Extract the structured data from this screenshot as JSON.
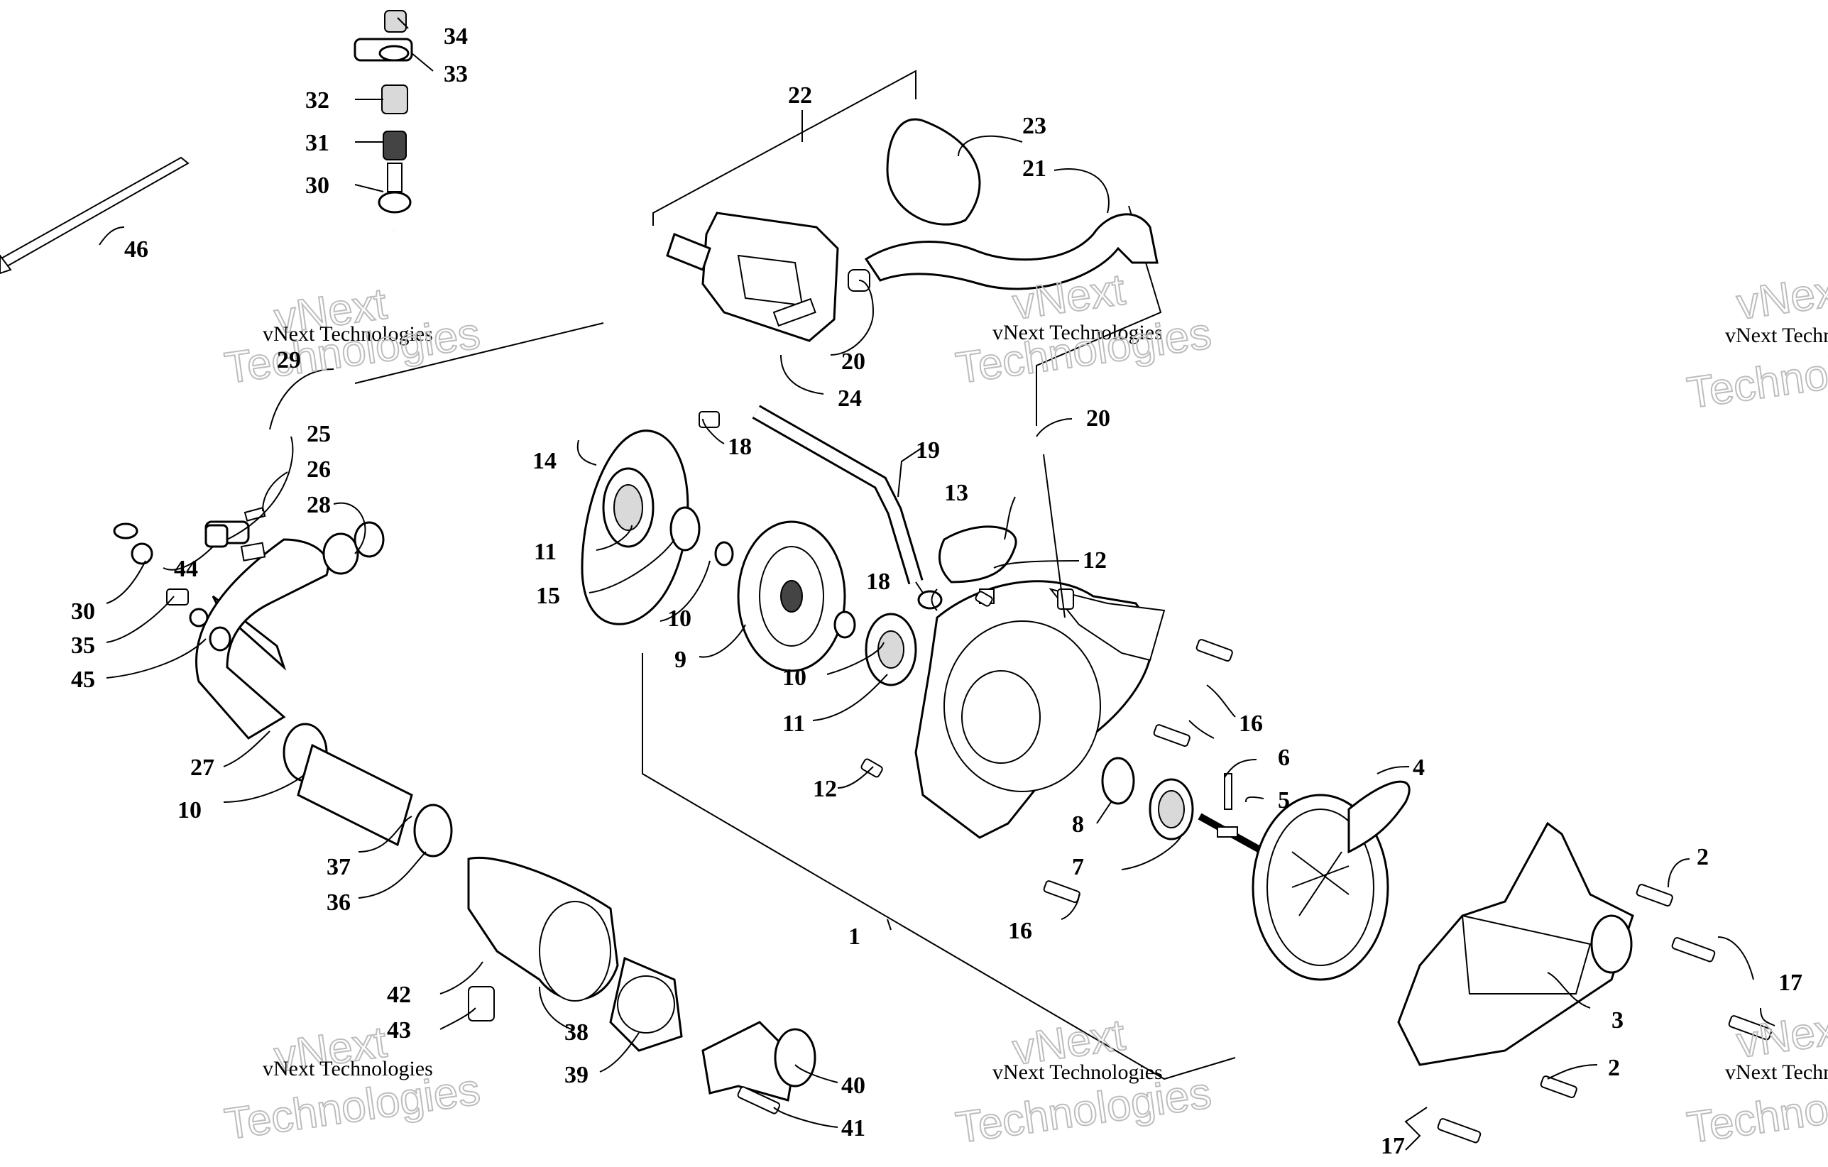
{
  "callouts": [
    {
      "id": "1",
      "label": "1"
    },
    {
      "id": "2a",
      "label": "2"
    },
    {
      "id": "2b",
      "label": "2"
    },
    {
      "id": "3",
      "label": "3"
    },
    {
      "id": "4",
      "label": "4"
    },
    {
      "id": "5",
      "label": "5"
    },
    {
      "id": "6",
      "label": "6"
    },
    {
      "id": "7",
      "label": "7"
    },
    {
      "id": "8",
      "label": "8"
    },
    {
      "id": "9",
      "label": "9"
    },
    {
      "id": "10a",
      "label": "10"
    },
    {
      "id": "10b",
      "label": "10"
    },
    {
      "id": "10c",
      "label": "10"
    },
    {
      "id": "11a",
      "label": "11"
    },
    {
      "id": "11b",
      "label": "11"
    },
    {
      "id": "12a",
      "label": "12"
    },
    {
      "id": "12b",
      "label": "12"
    },
    {
      "id": "13",
      "label": "13"
    },
    {
      "id": "14",
      "label": "14"
    },
    {
      "id": "15",
      "label": "15"
    },
    {
      "id": "16a",
      "label": "16"
    },
    {
      "id": "16b",
      "label": "16"
    },
    {
      "id": "17a",
      "label": "17"
    },
    {
      "id": "17b",
      "label": "17"
    },
    {
      "id": "18a",
      "label": "18"
    },
    {
      "id": "18b",
      "label": "18"
    },
    {
      "id": "19",
      "label": "19"
    },
    {
      "id": "20a",
      "label": "20"
    },
    {
      "id": "20b",
      "label": "20"
    },
    {
      "id": "21",
      "label": "21"
    },
    {
      "id": "22",
      "label": "22"
    },
    {
      "id": "23",
      "label": "23"
    },
    {
      "id": "24",
      "label": "24"
    },
    {
      "id": "25",
      "label": "25"
    },
    {
      "id": "26",
      "label": "26"
    },
    {
      "id": "27",
      "label": "27"
    },
    {
      "id": "28",
      "label": "28"
    },
    {
      "id": "29",
      "label": "29"
    },
    {
      "id": "30a",
      "label": "30"
    },
    {
      "id": "30b",
      "label": "30"
    },
    {
      "id": "31",
      "label": "31"
    },
    {
      "id": "32",
      "label": "32"
    },
    {
      "id": "33",
      "label": "33"
    },
    {
      "id": "34",
      "label": "34"
    },
    {
      "id": "35",
      "label": "35"
    },
    {
      "id": "36",
      "label": "36"
    },
    {
      "id": "37",
      "label": "37"
    },
    {
      "id": "38",
      "label": "38"
    },
    {
      "id": "39",
      "label": "39"
    },
    {
      "id": "40",
      "label": "40"
    },
    {
      "id": "41",
      "label": "41"
    },
    {
      "id": "42",
      "label": "42"
    },
    {
      "id": "43",
      "label": "43"
    },
    {
      "id": "44",
      "label": "44"
    },
    {
      "id": "45",
      "label": "45"
    },
    {
      "id": "46",
      "label": "46"
    }
  ],
  "watermark": {
    "brand": "vNext Technologies",
    "line1": "vNext",
    "line2": "Technologies"
  }
}
